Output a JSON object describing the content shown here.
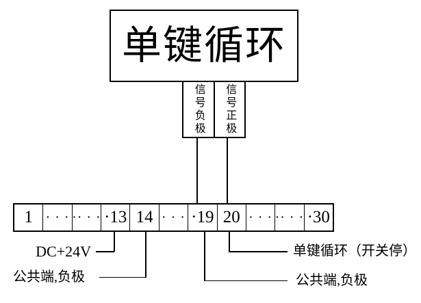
{
  "device_box": {
    "title": "单键循环"
  },
  "signal_labels": {
    "negative": "信号负极",
    "positive": "信号正极"
  },
  "terminal_strip": {
    "cells": [
      "1",
      "· · ·",
      "·· · ·",
      "·13",
      "14",
      "· · ·",
      "·19",
      "20",
      "· · ·",
      "·· · ·",
      "·30"
    ]
  },
  "wire_labels": {
    "terminal_13": "DC+24V",
    "terminal_14": "公共端,负极",
    "terminal_19": "公共端,负极",
    "terminal_20": "单键循环（开关停）"
  },
  "colors": {
    "line": "#000000",
    "background": "#ffffff"
  }
}
